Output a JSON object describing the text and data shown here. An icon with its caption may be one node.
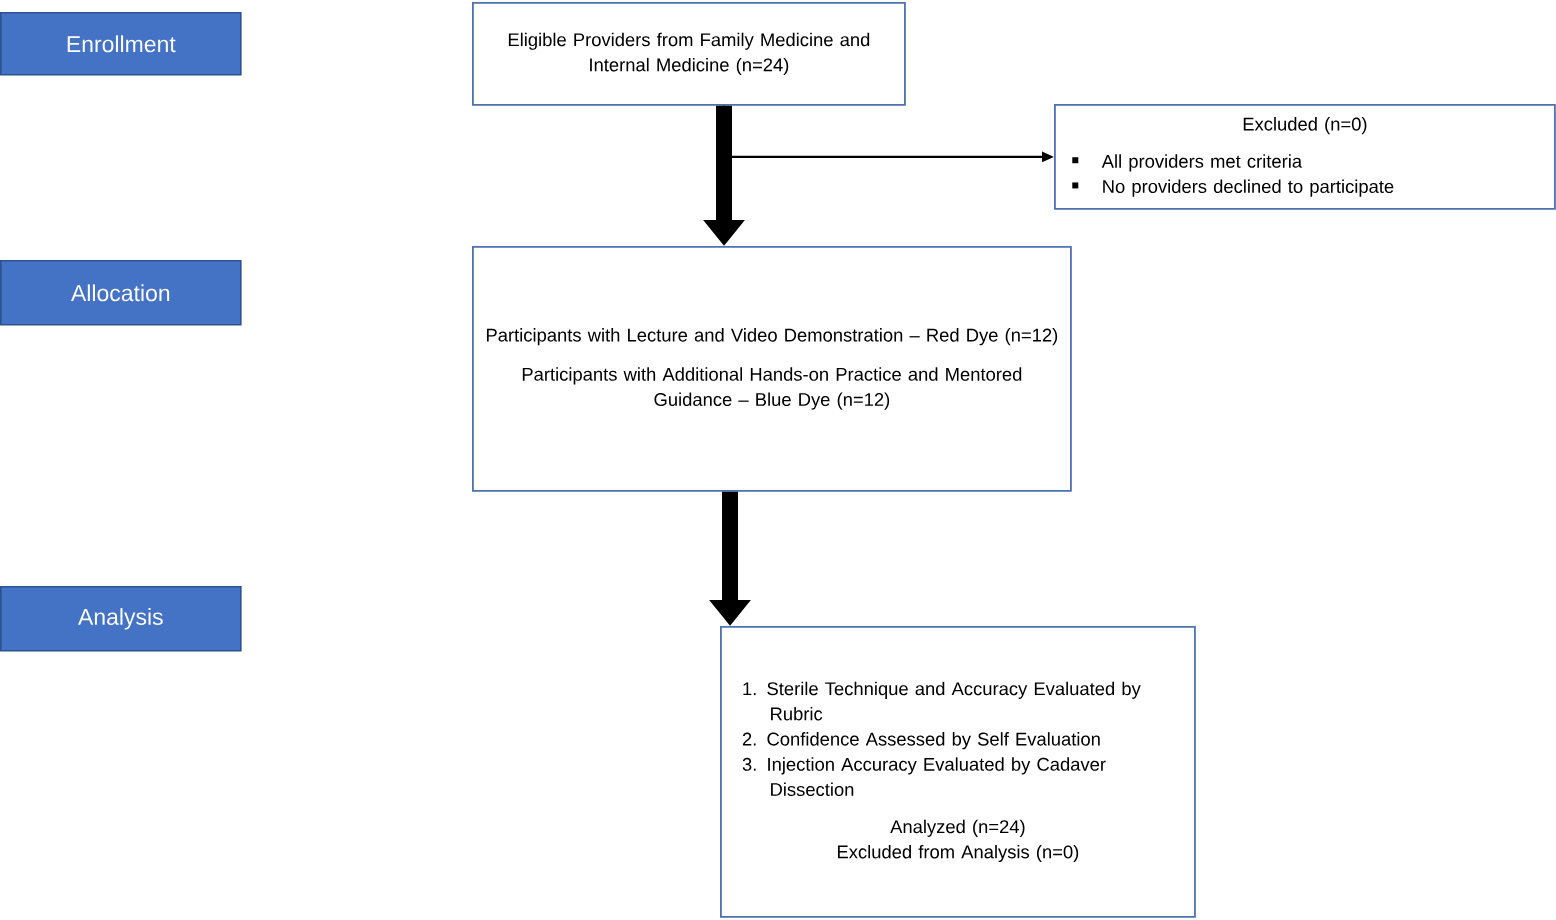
{
  "diagram": {
    "nodes": [
      {
        "text": [
          "Enrollment"
        ]
      },
      {
        "text": [
          "Eligible Providers from Family Medicine and Internal Medicine (n=24)"
        ]
      },
      {
        "text": [
          "Excluded (n=0)",
          "All providers met criteria",
          "No providers declined to participate"
        ]
      },
      {
        "text": [
          "Allocation"
        ]
      },
      {
        "text": [
          "Participants with Lecture and Video Demonstration – Red Dye (n=12)",
          "Participants with Additional Hands-on Practice and Mentored Guidance – Blue Dye (n=12)"
        ]
      },
      {
        "text": [
          "Analysis"
        ]
      },
      {
        "text": [
          "1. Sterile Technique and Accuracy Evaluated by Rubric",
          "2. Confidence Assessed by Self Evaluation",
          "3. Injection Accuracy Evaluated by Cadaver Dissection",
          "Analyzed (n=24)",
          "Excluded from Analysis (n=0)"
        ]
      }
    ],
    "edges": [
      {
        "from": 1,
        "to": 4,
        "arrow": "to"
      },
      {
        "from": 1,
        "to": 2,
        "arrow": "to"
      },
      {
        "from": 4,
        "to": 6,
        "arrow": "to"
      }
    ]
  }
}
